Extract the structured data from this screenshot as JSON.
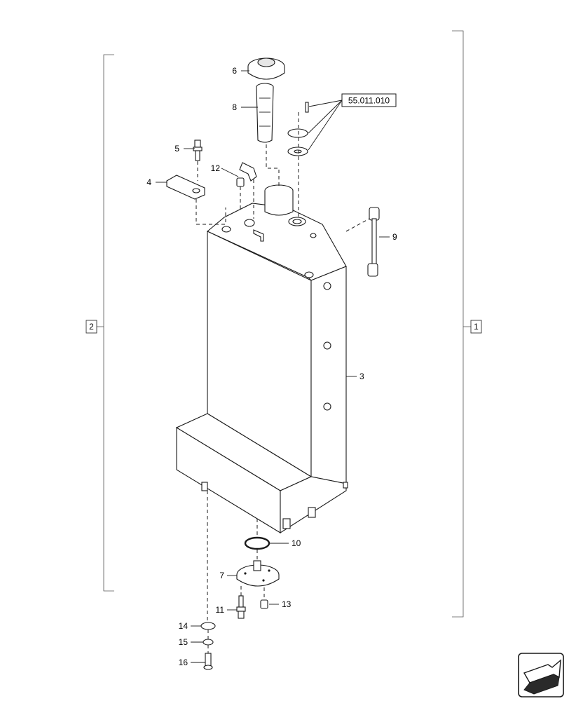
{
  "diagram": {
    "callouts": {
      "c1": "1",
      "c2": "2",
      "c3": "3",
      "c4": "4",
      "c5": "5",
      "c6": "6",
      "c7": "7",
      "c8": "8",
      "c9": "9",
      "c10": "10",
      "c11": "11",
      "c12": "12",
      "c13": "13",
      "c14": "14",
      "c15": "15",
      "c16": "16"
    },
    "reference": "55.011.010",
    "nav_icon": "next-page-arrow-icon"
  }
}
